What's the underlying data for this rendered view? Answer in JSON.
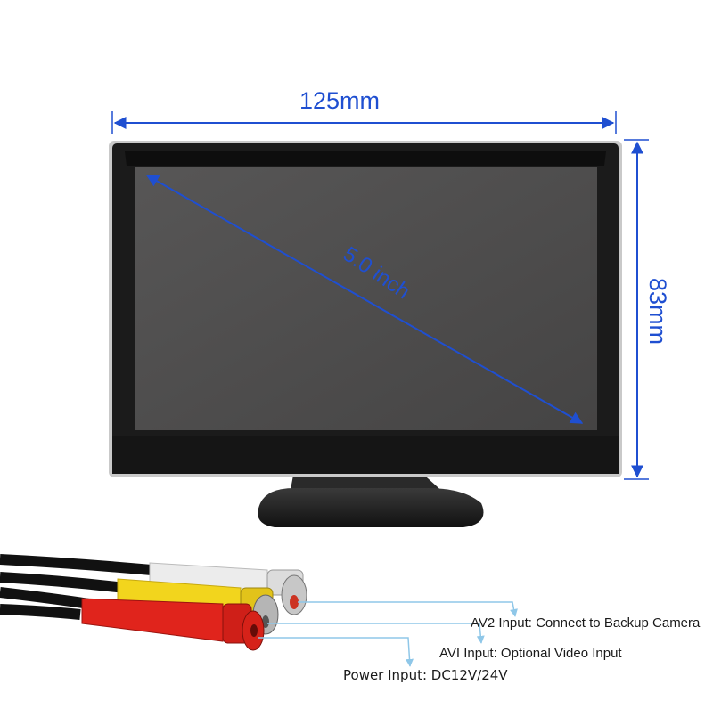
{
  "dimensions": {
    "width": "125mm",
    "height": "83mm",
    "diagonal": "5.0 inch"
  },
  "ports": {
    "av2": "AV2 Input: Connect to Backup Camera",
    "av1": "AVI Input: Optional Video Input",
    "power": "Power Input: DC12V/24V"
  },
  "colors": {
    "dimension_blue": "#1f4fd1",
    "bezel": "#1b1b1b",
    "screen": "#4d4c4c",
    "callout_line": "#8fc7e8",
    "cable_red": "#e0241c",
    "cable_yellow": "#f2d51d",
    "cable_white": "#ececec"
  }
}
